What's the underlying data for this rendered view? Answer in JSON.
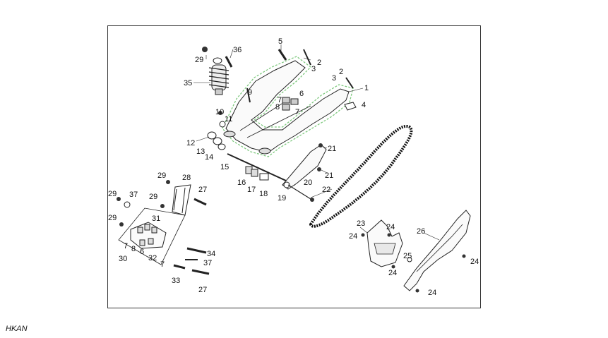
{
  "diagram": {
    "labels": {
      "l1": "1",
      "l2a": "2",
      "l2b": "2",
      "l3a": "3",
      "l3b": "3",
      "l4": "4",
      "l5": "5",
      "l6": "6",
      "l7a": "7",
      "l7b": "7",
      "l8": "8",
      "l9": "9",
      "l10": "10",
      "l11": "11",
      "l12": "12",
      "l13": "13",
      "l14": "14",
      "l15": "15",
      "l16": "16",
      "l17": "17",
      "l18": "18",
      "l19": "19",
      "l20": "20",
      "l21a": "21",
      "l21b": "21",
      "l22": "22",
      "l23": "23",
      "l24a": "24",
      "l24b": "24",
      "l24c": "24",
      "l24d": "24",
      "l24e": "24",
      "l25": "25",
      "l26": "26",
      "l27a": "27",
      "l27b": "27",
      "l28": "28",
      "l29a": "29",
      "l29b": "29",
      "l29c": "29",
      "l29d": "29",
      "l29e": "29",
      "l30": "30",
      "l31": "31",
      "l32": "32",
      "l33": "33",
      "l34": "34",
      "l35": "35",
      "l36": "36",
      "l37a": "37",
      "l37b": "37",
      "l6b": "6",
      "l7c": "7",
      "l7d": "7",
      "l8b": "8"
    },
    "highlight_color": "#7fc97f"
  },
  "footer": {
    "code": "HKAN"
  }
}
